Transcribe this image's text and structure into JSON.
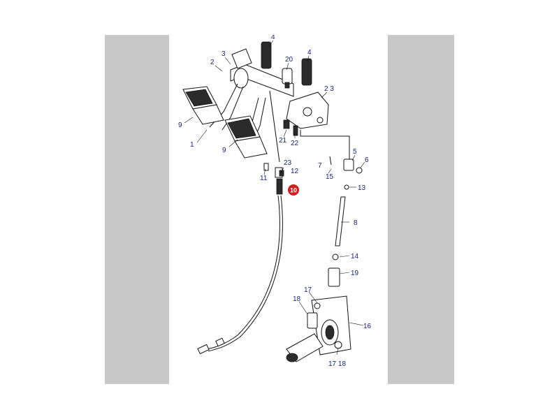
{
  "colors": {
    "panel": "#c8c8c8",
    "label": "#1a237e",
    "highlight": "#cc1f1f"
  },
  "labels": {
    "l4a": "4",
    "l3a": "3",
    "l2a": "2",
    "l20": "20",
    "l4b": "4",
    "l23a": "2 3",
    "l9a": "9",
    "l1": "1",
    "l9b": "9",
    "l21": "21",
    "l22": "22",
    "l5": "5",
    "l6": "6",
    "l7": "7",
    "l15": "15",
    "l13": "13",
    "l23b": "23",
    "l12": "12",
    "l11": "11",
    "l10": "10",
    "l8": "8",
    "l14": "14",
    "l19": "19",
    "l17a": "17",
    "l18a": "18",
    "l16": "16",
    "l1718": "17 18"
  }
}
